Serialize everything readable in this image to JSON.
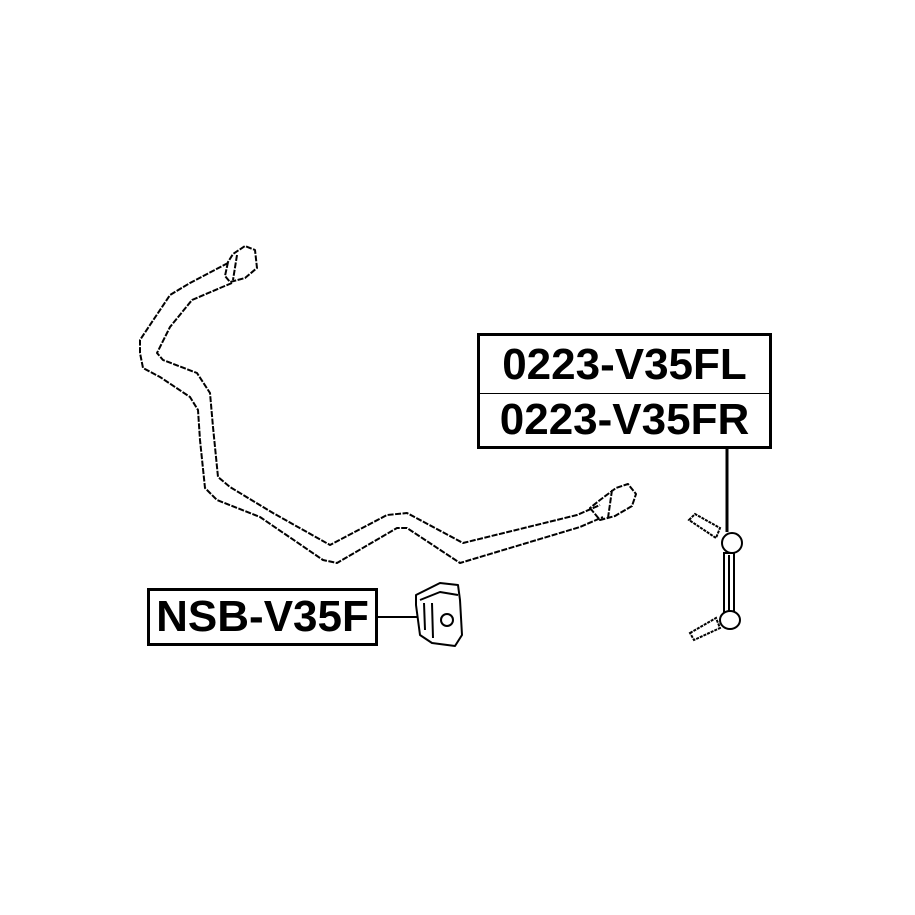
{
  "labels": {
    "link_left": "0223-V35FL",
    "link_right": "0223-V35FR",
    "bushing": "NSB-V35F"
  },
  "colors": {
    "line": "#000000",
    "background": "#ffffff"
  }
}
